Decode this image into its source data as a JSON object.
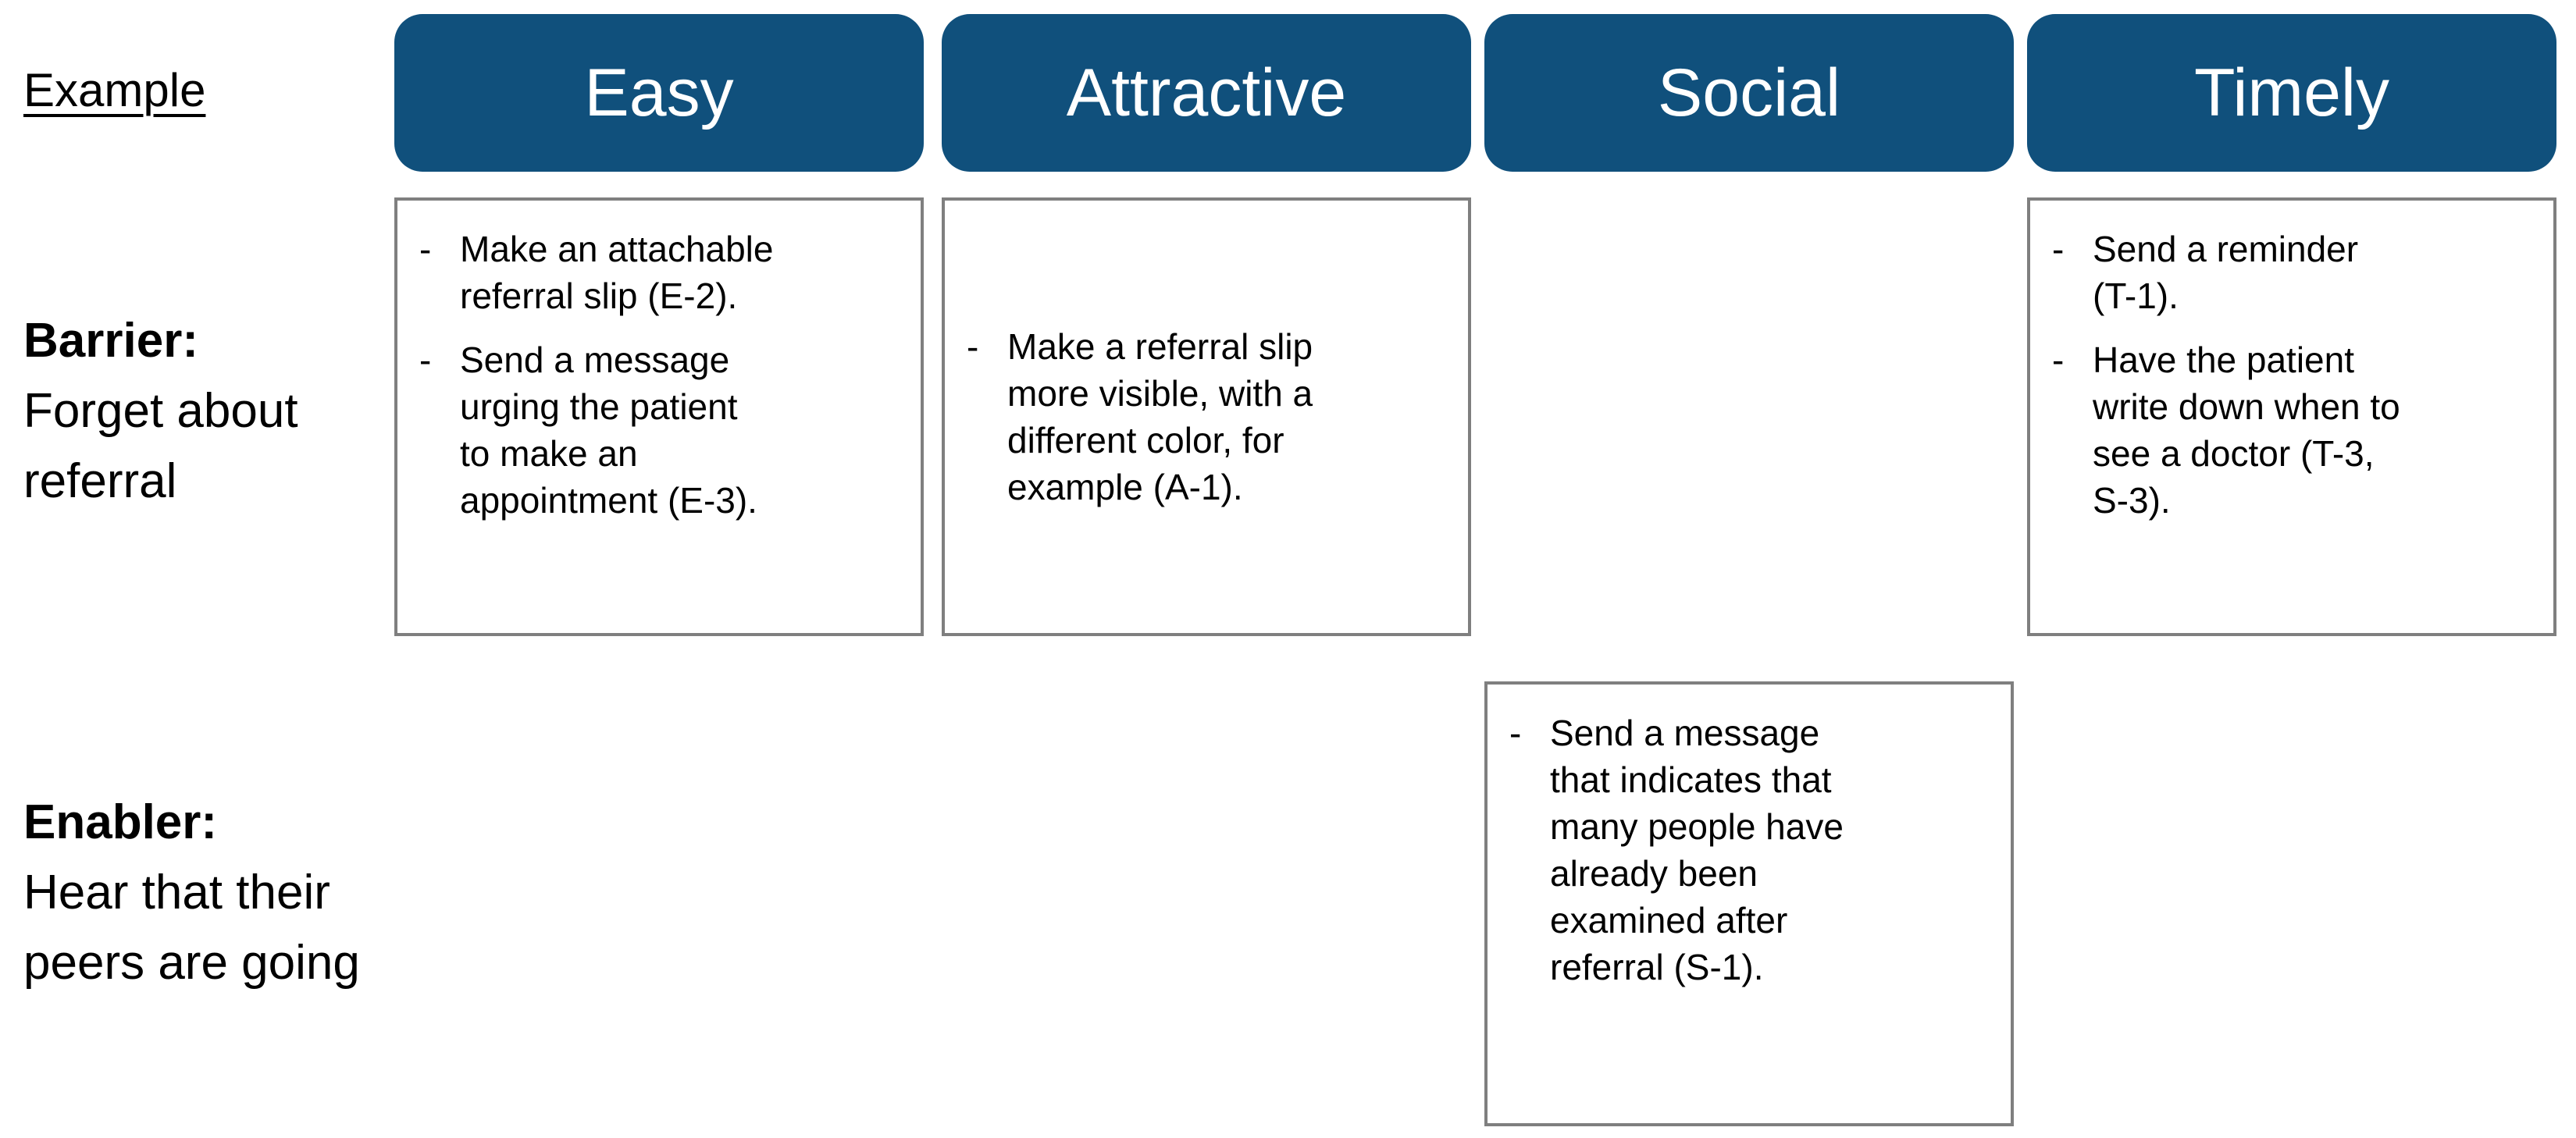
{
  "ui": {
    "bullet_char": "-"
  },
  "colors": {
    "header_bg": "#10507c",
    "header_text": "#ffffff",
    "box_border": "#7f7f7f",
    "text_color": "#000000",
    "background": "#ffffff"
  },
  "example_label": "Example",
  "headers": {
    "easy": "Easy",
    "attractive": "Attractive",
    "social": "Social",
    "timely": "Timely"
  },
  "row_labels": {
    "barrier": {
      "title": "Barrier:",
      "lines": "Forget about\nreferral"
    },
    "enabler": {
      "title": "Enabler:",
      "lines": "Hear that their\npeers are going"
    }
  },
  "boxes": {
    "barrier_easy": {
      "bullets": [
        "Make an attachable\nreferral slip (E-2).",
        "Send a message\nurging the patient\nto make an\nappointment (E-3)."
      ]
    },
    "barrier_attractive": {
      "bullets": [
        "Make a referral slip\nmore visible, with a\ndifferent color, for\nexample (A-1)."
      ]
    },
    "barrier_timely": {
      "bullets": [
        "Send a reminder\n(T-1).",
        "Have the patient\nwrite down when to\nsee  a doctor (T-3,\nS-3)."
      ]
    },
    "enabler_social": {
      "bullets": [
        "Send a message\nthat indicates that\nmany people have\nalready been\nexamined after\nreferral (S-1)."
      ]
    }
  }
}
